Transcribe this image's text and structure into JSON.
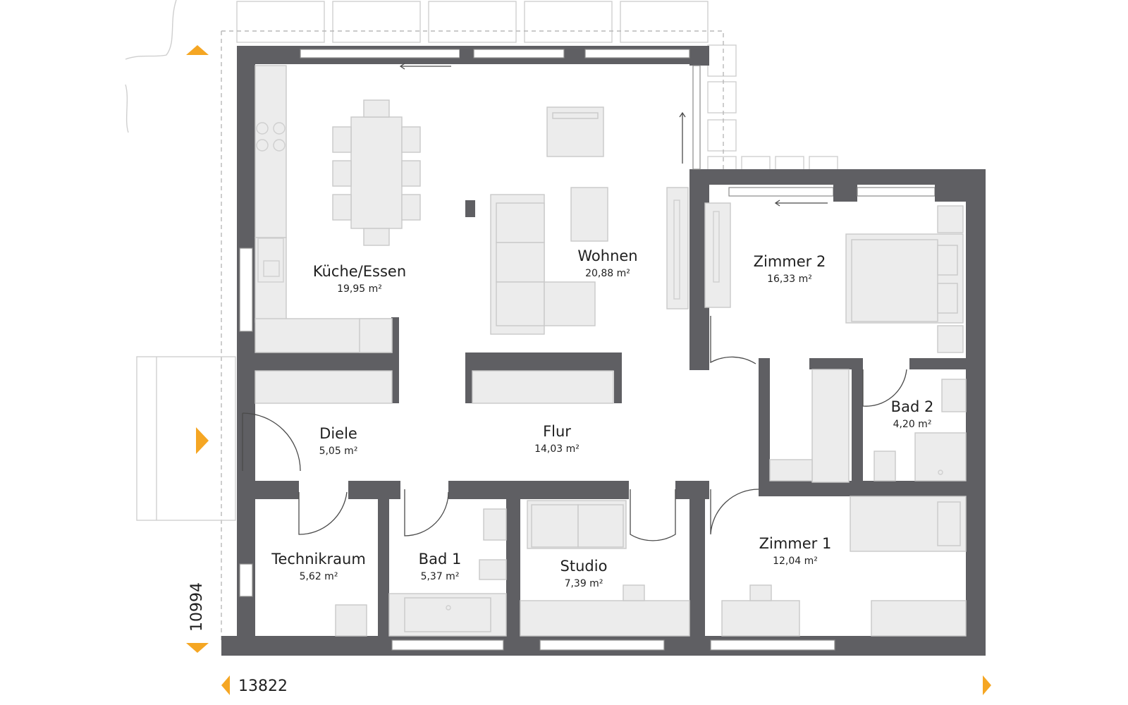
{
  "rooms": [
    {
      "id": "kueche",
      "name": "Küche/Essen",
      "area": "19,95 m²"
    },
    {
      "id": "wohnen",
      "name": "Wohnen",
      "area": "20,88 m²"
    },
    {
      "id": "zimmer2",
      "name": "Zimmer 2",
      "area": "16,33 m²"
    },
    {
      "id": "bad2",
      "name": "Bad 2",
      "area": "4,20 m²"
    },
    {
      "id": "diele",
      "name": "Diele",
      "area": "5,05 m²"
    },
    {
      "id": "flur",
      "name": "Flur",
      "area": "14,03 m²"
    },
    {
      "id": "technikraum",
      "name": "Technikraum",
      "area": "5,62 m²"
    },
    {
      "id": "bad1",
      "name": "Bad 1",
      "area": "5,37 m²"
    },
    {
      "id": "studio",
      "name": "Studio",
      "area": "7,39 m²"
    },
    {
      "id": "zimmer1",
      "name": "Zimmer 1",
      "area": "12,04 m²"
    }
  ],
  "dimensions": {
    "height": "10994",
    "width": "13822"
  },
  "colors": {
    "wall": "#5f5f63",
    "accent": "#f5a623",
    "furniture": "#ececec",
    "text": "#1f1f1f"
  },
  "icons": [
    "entrance-arrow-icon",
    "dimension-arrow-icon"
  ]
}
